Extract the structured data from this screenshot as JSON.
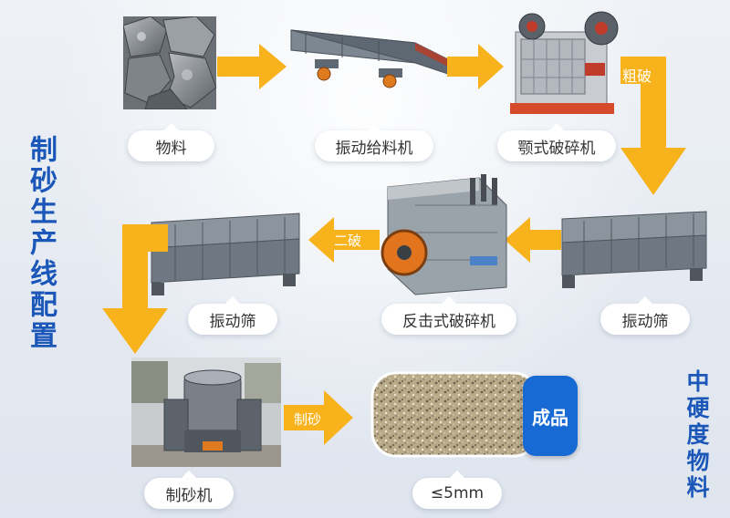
{
  "side_title_left": "制砂生产线配置",
  "side_title_right": "中硬度物料",
  "stages": {
    "material": "物料",
    "feeder": "振动给料机",
    "jaw": "颚式破碎机",
    "impact": "反击式破碎机",
    "screen_right": "振动筛",
    "screen_left": "振动筛",
    "sand_maker": "制砂机",
    "product_size": "≤5mm"
  },
  "arrow_labels": {
    "coarse": "粗破",
    "secondary": "二破",
    "sand": "制砂"
  },
  "product_badge": "成品",
  "colors": {
    "arrow": "#f7b21c",
    "accent_blue": "#1b57b8",
    "badge_blue": "#1769d4"
  }
}
